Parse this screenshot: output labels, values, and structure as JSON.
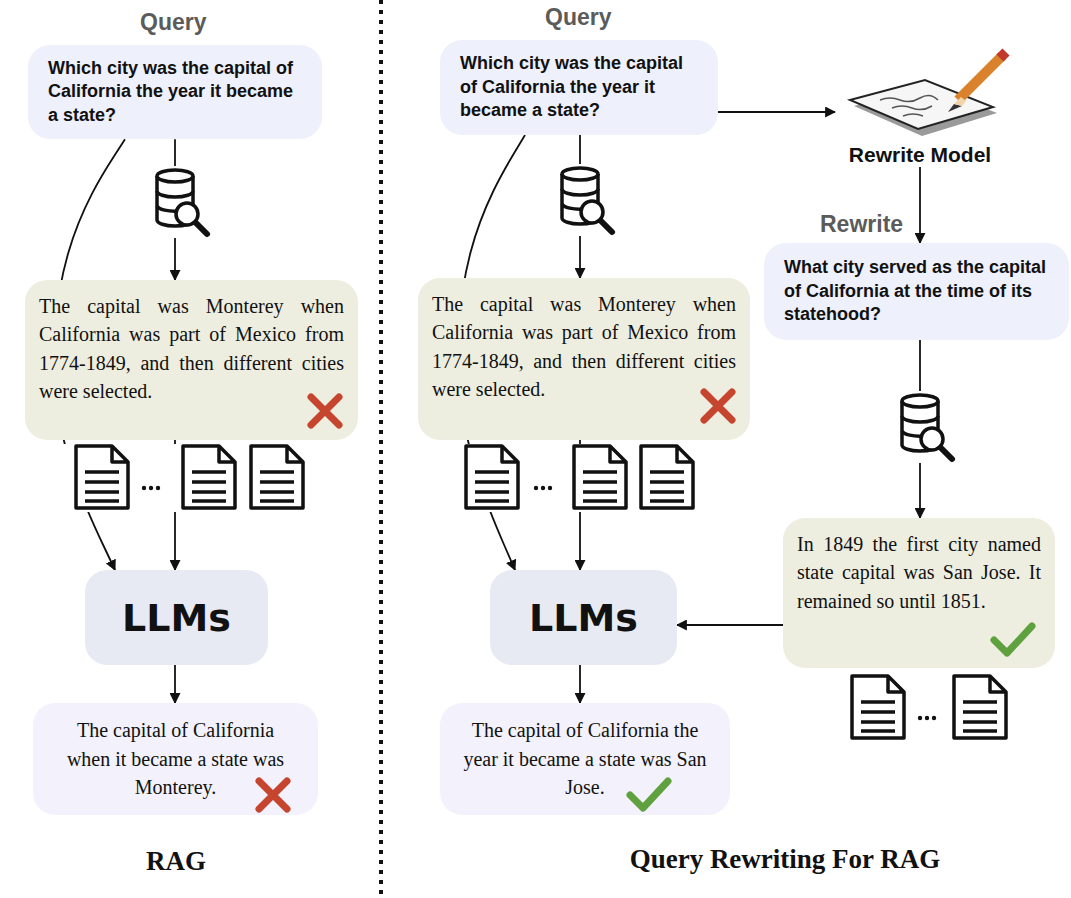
{
  "diagram": {
    "nodes": [
      {
        "text": [
          "Query",
          "Which city was the capital of California the year it became a state?"
        ]
      },
      {
        "text": [
          "The capital was Monterey when California was part of Mexico from 1774-1849, and then different cities were selected."
        ]
      },
      {
        "text": [
          "LLMs"
        ]
      },
      {
        "text": [
          "The capital of California when it became a state was Monterey."
        ]
      },
      {
        "text": [
          "Query",
          "Which city was the capital of California the year it became a state?"
        ]
      },
      {
        "text": [
          "The capital was Monterey when California was part of Mexico from 1774-1849, and then different cities were selected."
        ]
      },
      {
        "text": [
          "LLMs"
        ]
      },
      {
        "text": [
          "The capital of California the year it became a state was San Jose."
        ]
      },
      {
        "text": [
          "Rewrite Model"
        ]
      },
      {
        "text": [
          "Rewrite",
          "What city served as the capital of California at the time of its statehood?"
        ]
      },
      {
        "text": [
          "In 1849 the first city named state capital was San Jose. It remained so until 1851."
        ]
      }
    ],
    "edges": [
      {
        "from": 0,
        "to": 1,
        "arrow": "to"
      },
      {
        "from": 1,
        "to": 2,
        "arrow": "to"
      },
      {
        "from": 0,
        "to": 2,
        "arrow": "to"
      },
      {
        "from": 2,
        "to": 3,
        "arrow": "to"
      },
      {
        "from": 4,
        "to": 5,
        "arrow": "to"
      },
      {
        "from": 5,
        "to": 6,
        "arrow": "to"
      },
      {
        "from": 4,
        "to": 6,
        "arrow": "to"
      },
      {
        "from": 6,
        "to": 7,
        "arrow": "to"
      },
      {
        "from": 4,
        "to": 8,
        "arrow": "to"
      },
      {
        "from": 8,
        "to": 9,
        "arrow": "to"
      },
      {
        "from": 9,
        "to": 10,
        "arrow": "to"
      },
      {
        "from": 10,
        "to": 6,
        "arrow": "to"
      }
    ],
    "labels": [
      "RAG",
      "Query Rewriting For RAG"
    ]
  }
}
